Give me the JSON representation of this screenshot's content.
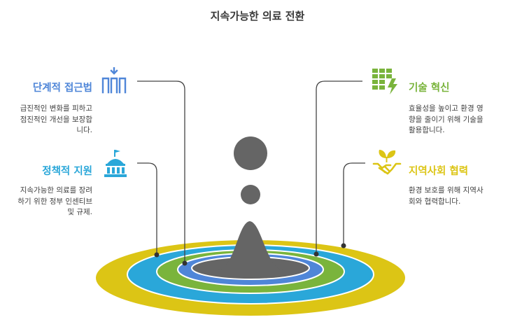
{
  "title": "지속가능한 의료 전환",
  "colors": {
    "blue": "#4f86d8",
    "green": "#7ab43c",
    "teal": "#2aa7d9",
    "yellow": "#dcc515",
    "gray": "#656565",
    "connector": "#444444"
  },
  "items": [
    {
      "heading": "단계적 접근법",
      "description": [
        "급진적인 변화를 피하고",
        "점진적인 개선을 보장합",
        "니다."
      ],
      "icon": "phased-approach-icon",
      "color": "#4f86d8"
    },
    {
      "heading": "정책적 지원",
      "description": [
        "지속가능한 의료를 장려",
        "하기 위한 정부 인센티브",
        "및 규제."
      ],
      "icon": "government-building-icon",
      "color": "#2aa7d9"
    },
    {
      "heading": "기술 혁신",
      "description": [
        "효율성을 높이고 환경 영",
        "향을 줄이기 위해 기술을",
        "활용합니다."
      ],
      "icon": "table-lightning-icon",
      "color": "#7ab43c"
    },
    {
      "heading": "지역사회 협력",
      "description": [
        "환경 보호를 위해 지역사",
        "회와 협력합니다."
      ],
      "icon": "handshake-leaf-icon",
      "color": "#dcc515"
    }
  ]
}
